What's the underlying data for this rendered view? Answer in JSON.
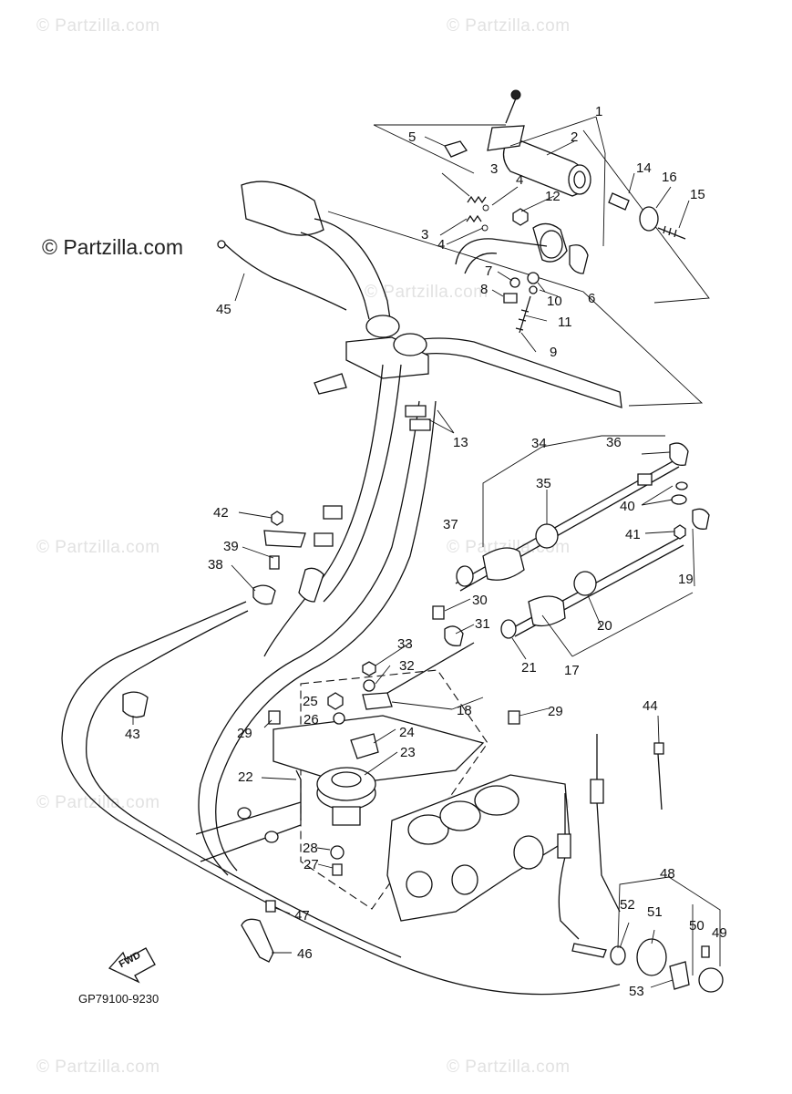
{
  "diagram_code": "GP79100-9230",
  "fwd_label": "FWD",
  "watermark_brand": "© Partzilla.com",
  "watermark_faint": "© Partzilla.com",
  "callouts": {
    "p1": "1",
    "p2": "2",
    "p3a": "3",
    "p3b": "3",
    "p4a": "4",
    "p4b": "4",
    "p5": "5",
    "p6": "6",
    "p7": "7",
    "p8": "8",
    "p9": "9",
    "p10": "10",
    "p11": "11",
    "p12": "12",
    "p13": "13",
    "p14": "14",
    "p15": "15",
    "p16": "16",
    "p17": "17",
    "p18": "18",
    "p19": "19",
    "p20": "20",
    "p21": "21",
    "p22": "22",
    "p23": "23",
    "p24": "24",
    "p25": "25",
    "p26": "26",
    "p27": "27",
    "p28": "28",
    "p29a": "29",
    "p29b": "29",
    "p30": "30",
    "p31": "31",
    "p32": "32",
    "p33": "33",
    "p34": "34",
    "p35": "35",
    "p36": "36",
    "p37": "37",
    "p38": "38",
    "p39": "39",
    "p40": "40",
    "p41": "41",
    "p42": "42",
    "p43": "43",
    "p44": "44",
    "p45": "45",
    "p46": "46",
    "p47": "47",
    "p48": "48",
    "p49": "49",
    "p50": "50",
    "p51": "51",
    "p52": "52",
    "p53": "53"
  }
}
